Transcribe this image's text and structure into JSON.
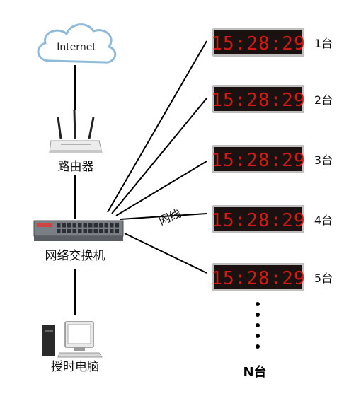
{
  "cloud": {
    "label": "Internet"
  },
  "router": {
    "label": "路由器"
  },
  "switch": {
    "label": "网络交换机"
  },
  "computer": {
    "label": "授时电脑"
  },
  "cable": {
    "label": "网线"
  },
  "clocks": [
    {
      "time": "15:28:29",
      "label": "1台"
    },
    {
      "time": "15:28:29",
      "label": "2台"
    },
    {
      "time": "15:28:29",
      "label": "3台"
    },
    {
      "time": "15:28:29",
      "label": "4台"
    },
    {
      "time": "15:28:29",
      "label": "5台"
    }
  ],
  "more": {
    "label": "N台"
  },
  "colors": {
    "led": "#d21a12",
    "panel": "#1a1110",
    "cloud": "#8fbad8"
  }
}
